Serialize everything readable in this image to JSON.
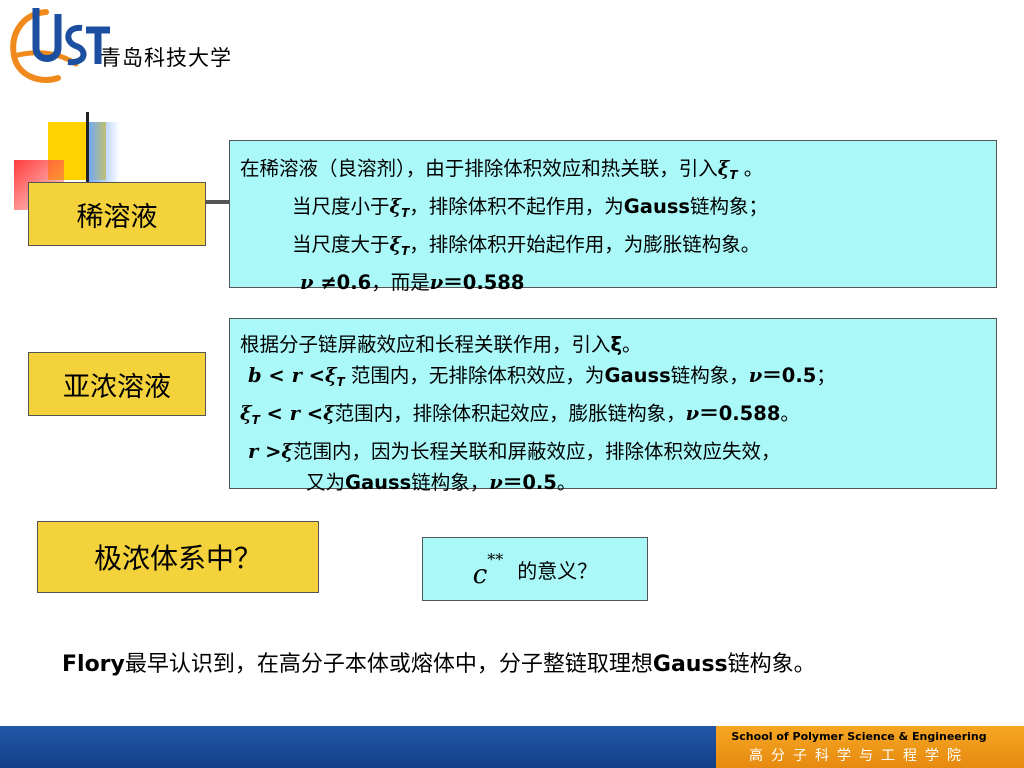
{
  "header": {
    "logo_text": "QUST",
    "university_name": "青岛科技大学"
  },
  "labels": {
    "dilute": "稀溶液",
    "semidilute": "亚浓溶液",
    "concentrated": "极浓体系中？"
  },
  "box1": {
    "l1_a": "在稀溶液（良溶剂），由于排除体积效应和热关联，引入",
    "l1_sym": "ξ",
    "l1_sub": "T",
    "l1_b": " 。",
    "l2_a": "当尺度小于",
    "l2_sym": "ξ",
    "l2_sub": "T",
    "l2_b": "，排除体积不起作用，为",
    "l2_gauss": "Gauss",
    "l2_c": "链构象；",
    "l3_a": "当尺度大于",
    "l3_sym": "ξ",
    "l3_sub": "T",
    "l3_b": "，排除体积开始起作用，为膨胀链构象。",
    "l4_v": "ν",
    "l4_neq": " ≠0.6",
    "l4_mid": "，而是",
    "l4_v2": "ν",
    "l4_val": "＝0.588"
  },
  "box2": {
    "l1_a": "根据分子链屏蔽效应和长程关联作用，引入",
    "l1_sym": "ξ",
    "l1_b": "。",
    "l2_b": "b",
    "l2_lt1": " < ",
    "l2_r": "r",
    "l2_lt2": " <",
    "l2_sym": "ξ",
    "l2_sub": "T",
    "l2_text": " 范围内，无排除体积效应，为",
    "l2_gauss": "Gauss",
    "l2_text2": "链构象，",
    "l2_v": "ν",
    "l2_val": "＝0.5",
    "l2_end": "；",
    "l3_sym": "ξ",
    "l3_sub": "T",
    "l3_lt1": " < ",
    "l3_r": "r",
    "l3_lt2": " <",
    "l3_sym2": "ξ",
    "l3_text": "范围内，排除体积起效应，膨胀链构象，",
    "l3_v": "ν",
    "l3_val": "＝0.588",
    "l3_end": "。",
    "l4_r": "r",
    "l4_gt": " >",
    "l4_sym": "ξ",
    "l4_text": "范围内，因为长程关联和屏蔽效应，排除体积效应失效，",
    "l5_a": "又为",
    "l5_gauss": "Gauss",
    "l5_b": "链构象，",
    "l5_v": "ν",
    "l5_val": "＝0.5",
    "l5_end": "。"
  },
  "box3": {
    "symbol": "c",
    "superscript": "**",
    "text": "的意义？"
  },
  "summary": {
    "flory": "Flory",
    "text1": "最早认识到，在高分子本体或熔体中，分子整链取理想",
    "gauss": "Gauss",
    "text2": "链构象。"
  },
  "footer": {
    "english": "School of Polymer Science & Engineering",
    "chinese": "高分子科学与工程学院"
  },
  "colors": {
    "label_yellow": "#f4d23c",
    "box_cyan": "#aaf8f8",
    "footer_blue": "#1a4a96",
    "footer_orange": "#f0991a",
    "logo_orange": "#f08a1c",
    "logo_blue": "#1c4fa0"
  }
}
